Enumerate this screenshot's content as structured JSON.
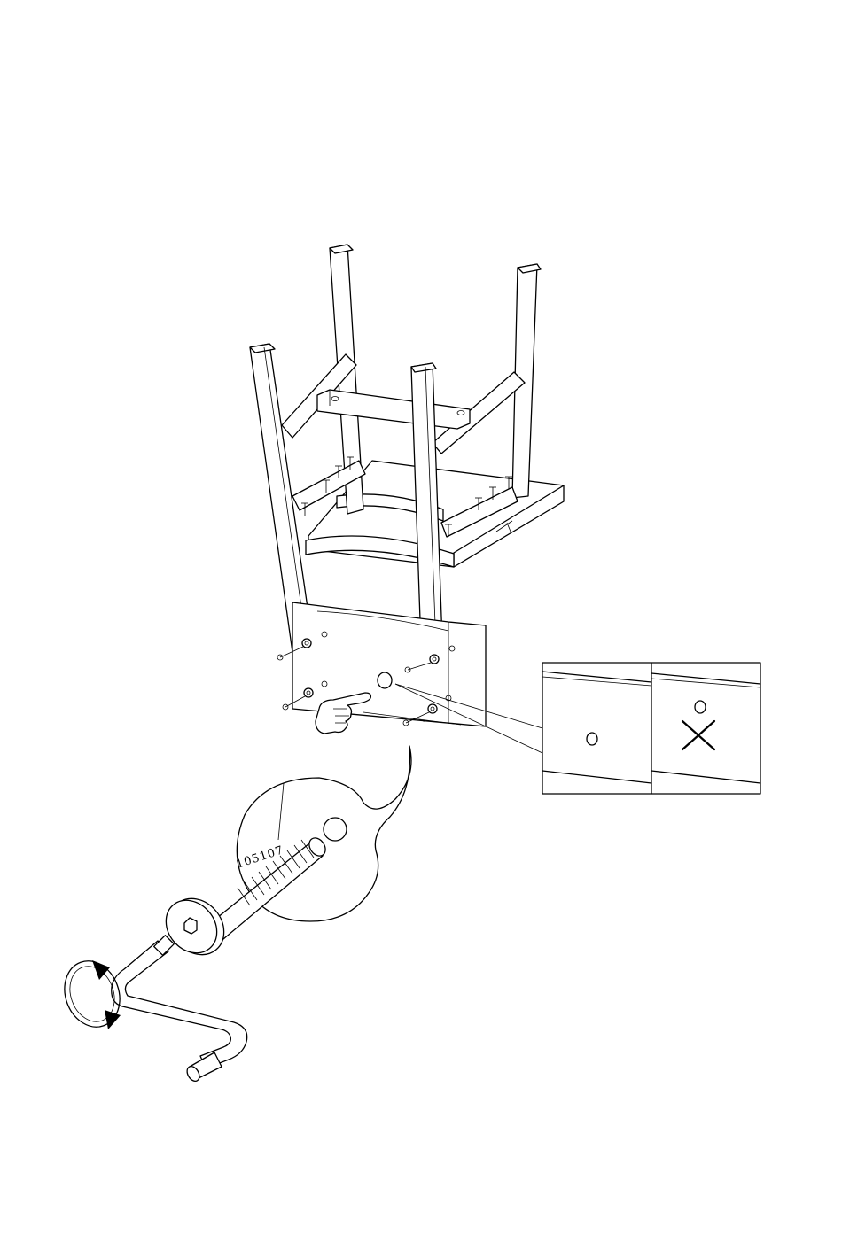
{
  "part_number": "105107",
  "detail_panels": [
    {
      "verdict": "correct",
      "mark": ""
    },
    {
      "verdict": "incorrect",
      "mark": "cross-icon"
    }
  ],
  "icons": [
    "pointing-hand-icon",
    "rotate-arrow-icon",
    "allen-key",
    "connector-bolt",
    "cross-icon"
  ],
  "colors": {
    "line": "#000000",
    "background": "#ffffff"
  }
}
